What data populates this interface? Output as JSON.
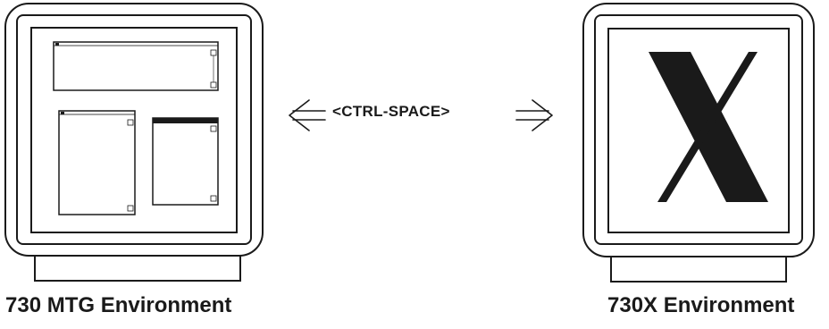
{
  "left_monitor": {
    "caption": "730 MTG Environment"
  },
  "right_monitor": {
    "caption": "730X Environment",
    "logo": "X"
  },
  "switch_label": "<CTRL-SPACE>",
  "arrows": {
    "left": "double-arrow-left-icon",
    "right": "double-arrow-right-icon"
  },
  "colors": {
    "ink": "#1a1a1a",
    "background": "#ffffff"
  }
}
